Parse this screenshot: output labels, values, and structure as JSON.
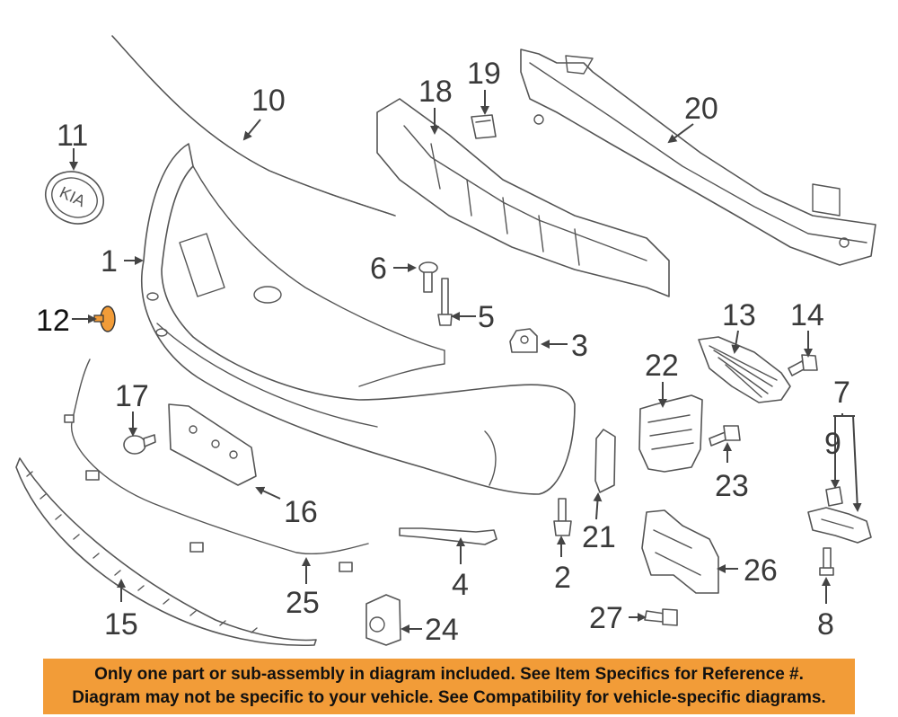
{
  "callouts": {
    "c1": "1",
    "c2": "2",
    "c3": "3",
    "c4": "4",
    "c5": "5",
    "c6": "6",
    "c7": "7",
    "c8": "8",
    "c9": "9",
    "c10": "10",
    "c11": "11",
    "c12": "12",
    "c13": "13",
    "c14": "14",
    "c15": "15",
    "c16": "16",
    "c17": "17",
    "c18": "18",
    "c19": "19",
    "c20": "20",
    "c21": "21",
    "c22": "22",
    "c23": "23",
    "c24": "24",
    "c25": "25",
    "c26": "26",
    "c27": "27"
  },
  "highlight": {
    "part": "12",
    "color": "#f29c38"
  },
  "footer": {
    "line1": "Only one part or sub-assembly in diagram included. See Item Specifics for Reference #.",
    "line2": "Diagram may not be specific to your vehicle. See Compatibility for vehicle-specific diagrams.",
    "background": "#f29c38"
  }
}
